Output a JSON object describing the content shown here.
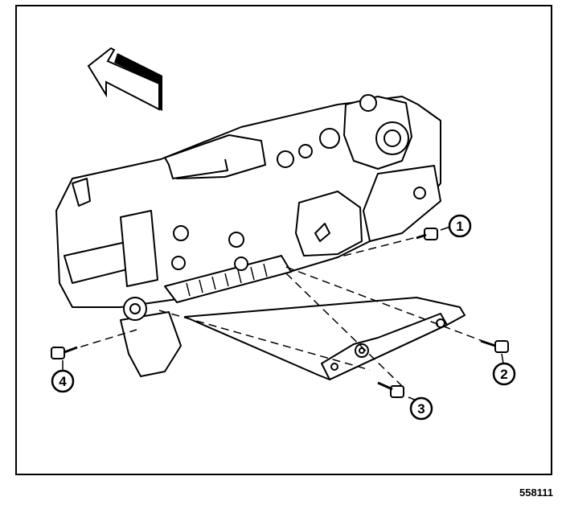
{
  "figure": {
    "figure_number": "558111",
    "callouts": [
      {
        "id": "callout-1",
        "label": "1"
      },
      {
        "id": "callout-2",
        "label": "2"
      },
      {
        "id": "callout-3",
        "label": "3"
      },
      {
        "id": "callout-4",
        "label": "4"
      }
    ],
    "colors": {
      "line": "#000000",
      "background": "#ffffff"
    }
  }
}
